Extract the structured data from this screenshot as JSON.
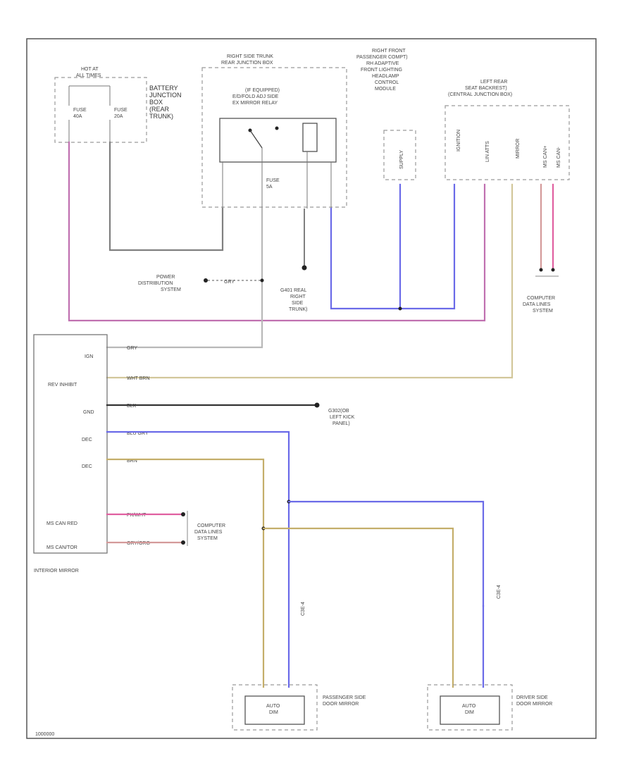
{
  "labels": {
    "hot_at_all_times": "HOT AT\nALL TIMES",
    "battery_jb": "BATTERY\nJUNCTION\nBOX\n(REAR\nTRUNK)",
    "fuse_40a": "FUSE\n40A",
    "fuse_20a": "FUSE\n20A",
    "rsjb": "RIGHT SIDE TRUNK\nREAR JUNCTION BOX",
    "relay": "(IF EQUIPPED)\nE/D/FOLD ADJ SIDE\nEX MIRROR RELAY",
    "fuse_rsjb": "FUSE\n5A",
    "rf_module": "RIGHT FRONT\nPASSENGER COMPT)\nRH ADAPTIVE\nFRONT LIGHTING\nHEADLAMP\nCONTROL\nMODULE",
    "supply": "SUPPLY",
    "lr_module": "LEFT REAR\nSEAT BACKREST)\n(CENTRAL JUNCTION BOX)",
    "lr_pins": [
      "IGNITION",
      "LIN ATTS",
      "MIRROR",
      "MS CAN+",
      "MS CAN-"
    ],
    "power_dist": "POWER\nDISTRIBUTION\nSYSTEM",
    "gry": "GRY",
    "g401": "G401 REAL\nRIGHT\nSIDE\nTRUNK)",
    "computer_data_top": "COMPUTER\nDATA LINES\nSYSTEM",
    "mirror_pins": [
      "IGN",
      "REV INHIBIT",
      "GND",
      "DEC",
      "DEC",
      "",
      "MS CAN RED",
      "MS CAN/TOR"
    ],
    "wire_gry": "GRY",
    "wire_wht_brn": "WHT BRN",
    "wire_blk": "BLK",
    "wire_blu_gry": "BLU GRY",
    "wire_brn": "BRN",
    "wire_pk_wht": "PK/WHT",
    "wire_gry_org": "GRY/ORG",
    "g302": "G302(OB\nLEFT KICK\nPANEL)",
    "computer_data_mid": "COMPUTER\nDATA LINES\nSYSTEM",
    "interior_mirror": "INTERIOR MIRROR",
    "c3e4": "C3E-4",
    "c314": "C3E-4",
    "auto_dim_1": "AUTO\nDIM",
    "auto_dim_2": "AUTO\nDIM",
    "pass_mirror": "PASSENGER SIDE\nDOOR MIRROR",
    "driver_mirror": "DRIVER SIDE\nDOOR MIRROR",
    "ref": "1000000"
  },
  "colors": {
    "wire_purple": "#c070b0",
    "wire_gray": "#808080",
    "wire_blue": "#6a6ae8",
    "wire_tan": "#d2c79a",
    "wire_black": "#333333",
    "wire_brown": "#c4ae6a",
    "wire_pink": "#e060a0",
    "wire_pinkgray": "#d49a9a"
  }
}
